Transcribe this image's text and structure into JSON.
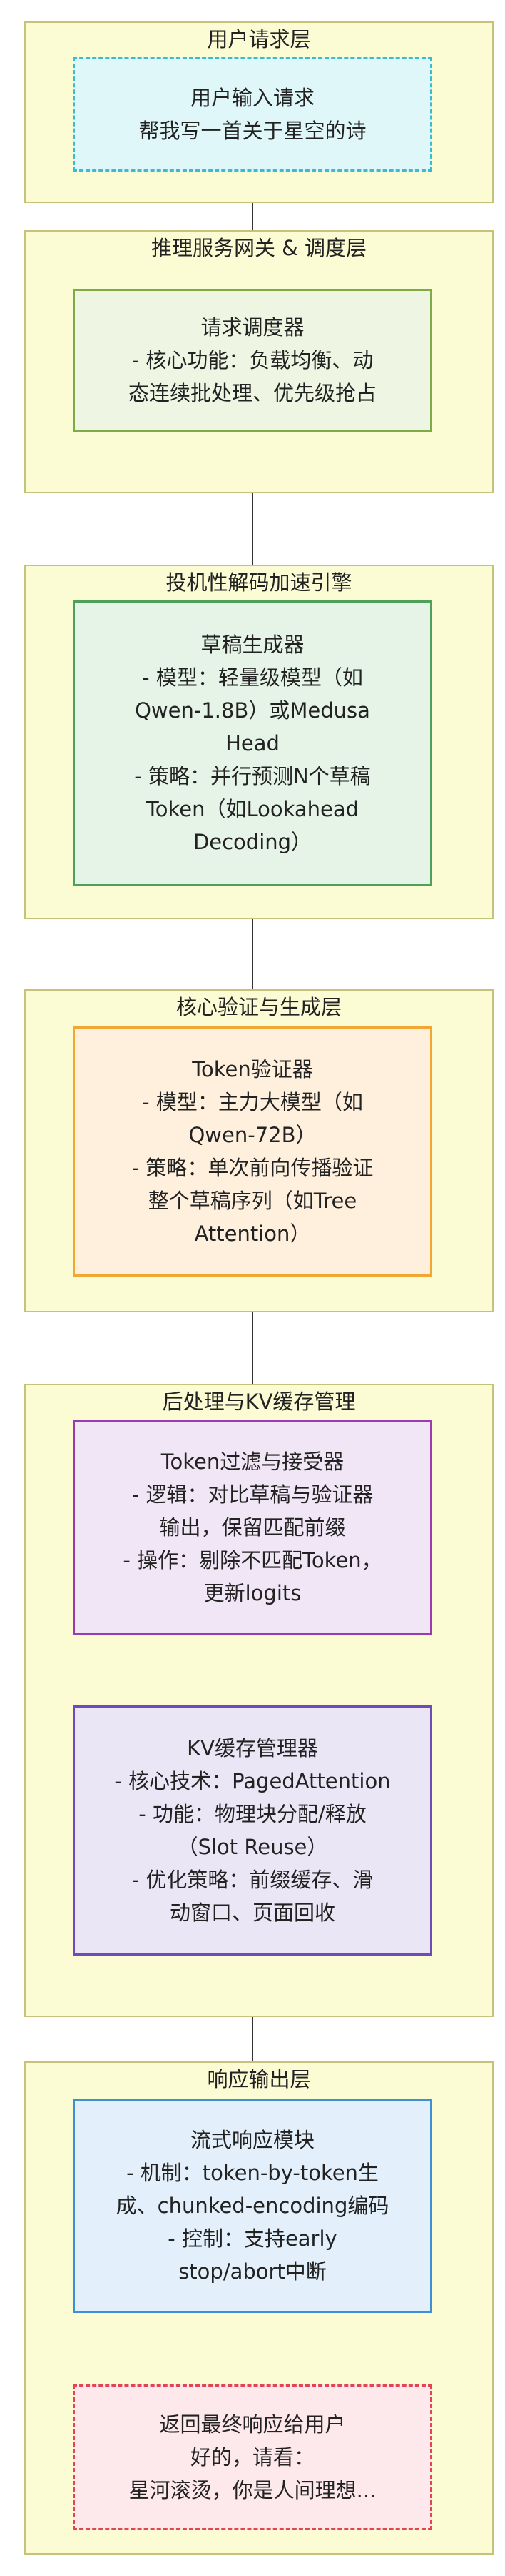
{
  "layers": [
    {
      "title": "用户请求层",
      "nodes": [
        {
          "lines": [
            "用户输入请求",
            "帮我写一首关于星空的诗"
          ]
        }
      ]
    },
    {
      "title": "推理服务网关 & 调度层",
      "nodes": [
        {
          "lines": [
            "请求调度器",
            "- 核心功能：负载均衡、动",
            "态连续批处理、优先级抢占"
          ]
        }
      ]
    },
    {
      "title": "投机性解码加速引擎",
      "nodes": [
        {
          "lines": [
            "草稿生成器",
            "- 模型：轻量级模型（如",
            "Qwen-1.8B）或Medusa",
            "Head",
            "- 策略：并行预测N个草稿",
            "Token（如Lookahead",
            "Decoding）"
          ]
        }
      ]
    },
    {
      "title": "核心验证与生成层",
      "nodes": [
        {
          "lines": [
            "Token验证器",
            "- 模型：主力大模型（如",
            "Qwen-72B）",
            "- 策略：单次前向传播验证",
            "整个草稿序列（如Tree",
            "Attention）"
          ]
        }
      ]
    },
    {
      "title": "后处理与KV缓存管理",
      "nodes": [
        {
          "lines": [
            "Token过滤与接受器",
            "- 逻辑：对比草稿与验证器",
            "输出，保留匹配前缀",
            "- 操作：剔除不匹配Token，",
            "更新logits"
          ]
        },
        {
          "lines": [
            "KV缓存管理器",
            "- 核心技术：PagedAttention",
            "- 功能：物理块分配/释放",
            "（Slot Reuse）",
            "- 优化策略：前缀缓存、滑",
            "动窗口、页面回收"
          ]
        }
      ]
    },
    {
      "title": "响应输出层",
      "nodes": [
        {
          "lines": [
            "流式响应模块",
            "- 机制：token-by-token生",
            "成、chunked-encoding编码",
            "- 控制：支持early",
            "stop/abort中断"
          ]
        },
        {
          "lines": [
            "返回最终响应给用户",
            "好的，请看：",
            "星河滚烫，你是人间理想..."
          ]
        }
      ]
    }
  ],
  "colors": {
    "layer_fill": "#fbfbd4",
    "layer_border": "#c6c27a",
    "arrow": "#333333"
  }
}
